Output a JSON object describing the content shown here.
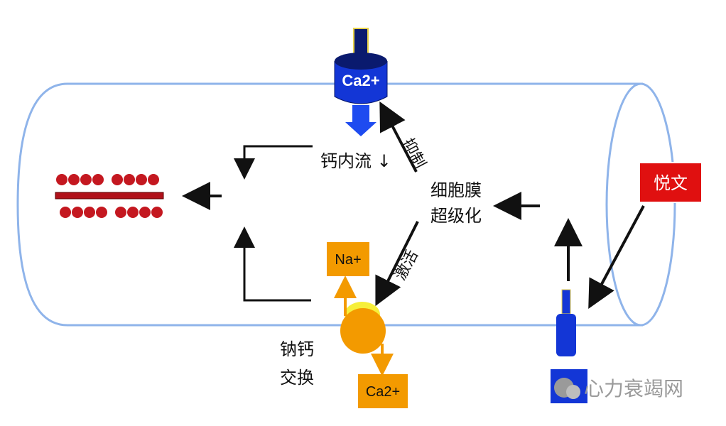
{
  "labels": {
    "calcium_channel": "Ca2+",
    "calcium_influx": "钙内流",
    "influx_down_arrow": "↓",
    "inhibit": "抑制",
    "membrane_line1": "细胞膜",
    "membrane_line2": "超级化",
    "activate": "激活",
    "sodium": "Na+",
    "calcium_out": "Ca2+",
    "exchanger_line1": "钠钙",
    "exchanger_line2": "交换",
    "drug": "悦文",
    "watermark": "心力衰竭网"
  },
  "colors": {
    "tube_stroke": "#8fb4ea",
    "channel_dark": "#0a1a6e",
    "channel_blue": "#1336d6",
    "arrow_blue": "#1e4bf0",
    "orange": "#f39a00",
    "yellow": "#f6ef3a",
    "dark_red": "#b0111a",
    "drug_red": "#e01010",
    "arrow_black": "#111111"
  }
}
